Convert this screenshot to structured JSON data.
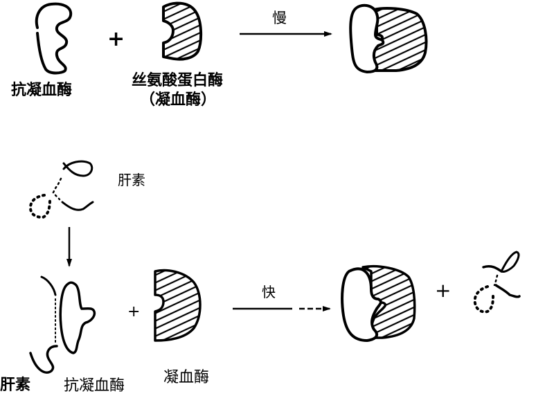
{
  "diagram": {
    "title": "",
    "colors": {
      "ink": "#000000",
      "background": "#ffffff"
    },
    "top_reaction": {
      "reactant_1": {
        "label": "抗凝血酶"
      },
      "operator": "+",
      "reactant_2": {
        "label_line1": "丝氨酸蛋白酶",
        "label_line2": "（凝血酶）"
      },
      "arrow": {
        "label": "慢",
        "style": "solid"
      },
      "product": {
        "label": ""
      }
    },
    "bottom_reaction": {
      "heparin": {
        "label": "肝素"
      },
      "binding_arrow": {
        "direction": "down"
      },
      "complex": {
        "label_heparin": "肝素",
        "label_antithrombin": "抗凝血酶"
      },
      "operator_1": "+",
      "reactant_2": {
        "label": "凝血酶"
      },
      "arrow": {
        "label": "快",
        "style": "solid-then-dashed"
      },
      "product": {
        "label": ""
      },
      "operator_2": "+",
      "released": {
        "label": ""
      }
    }
  }
}
